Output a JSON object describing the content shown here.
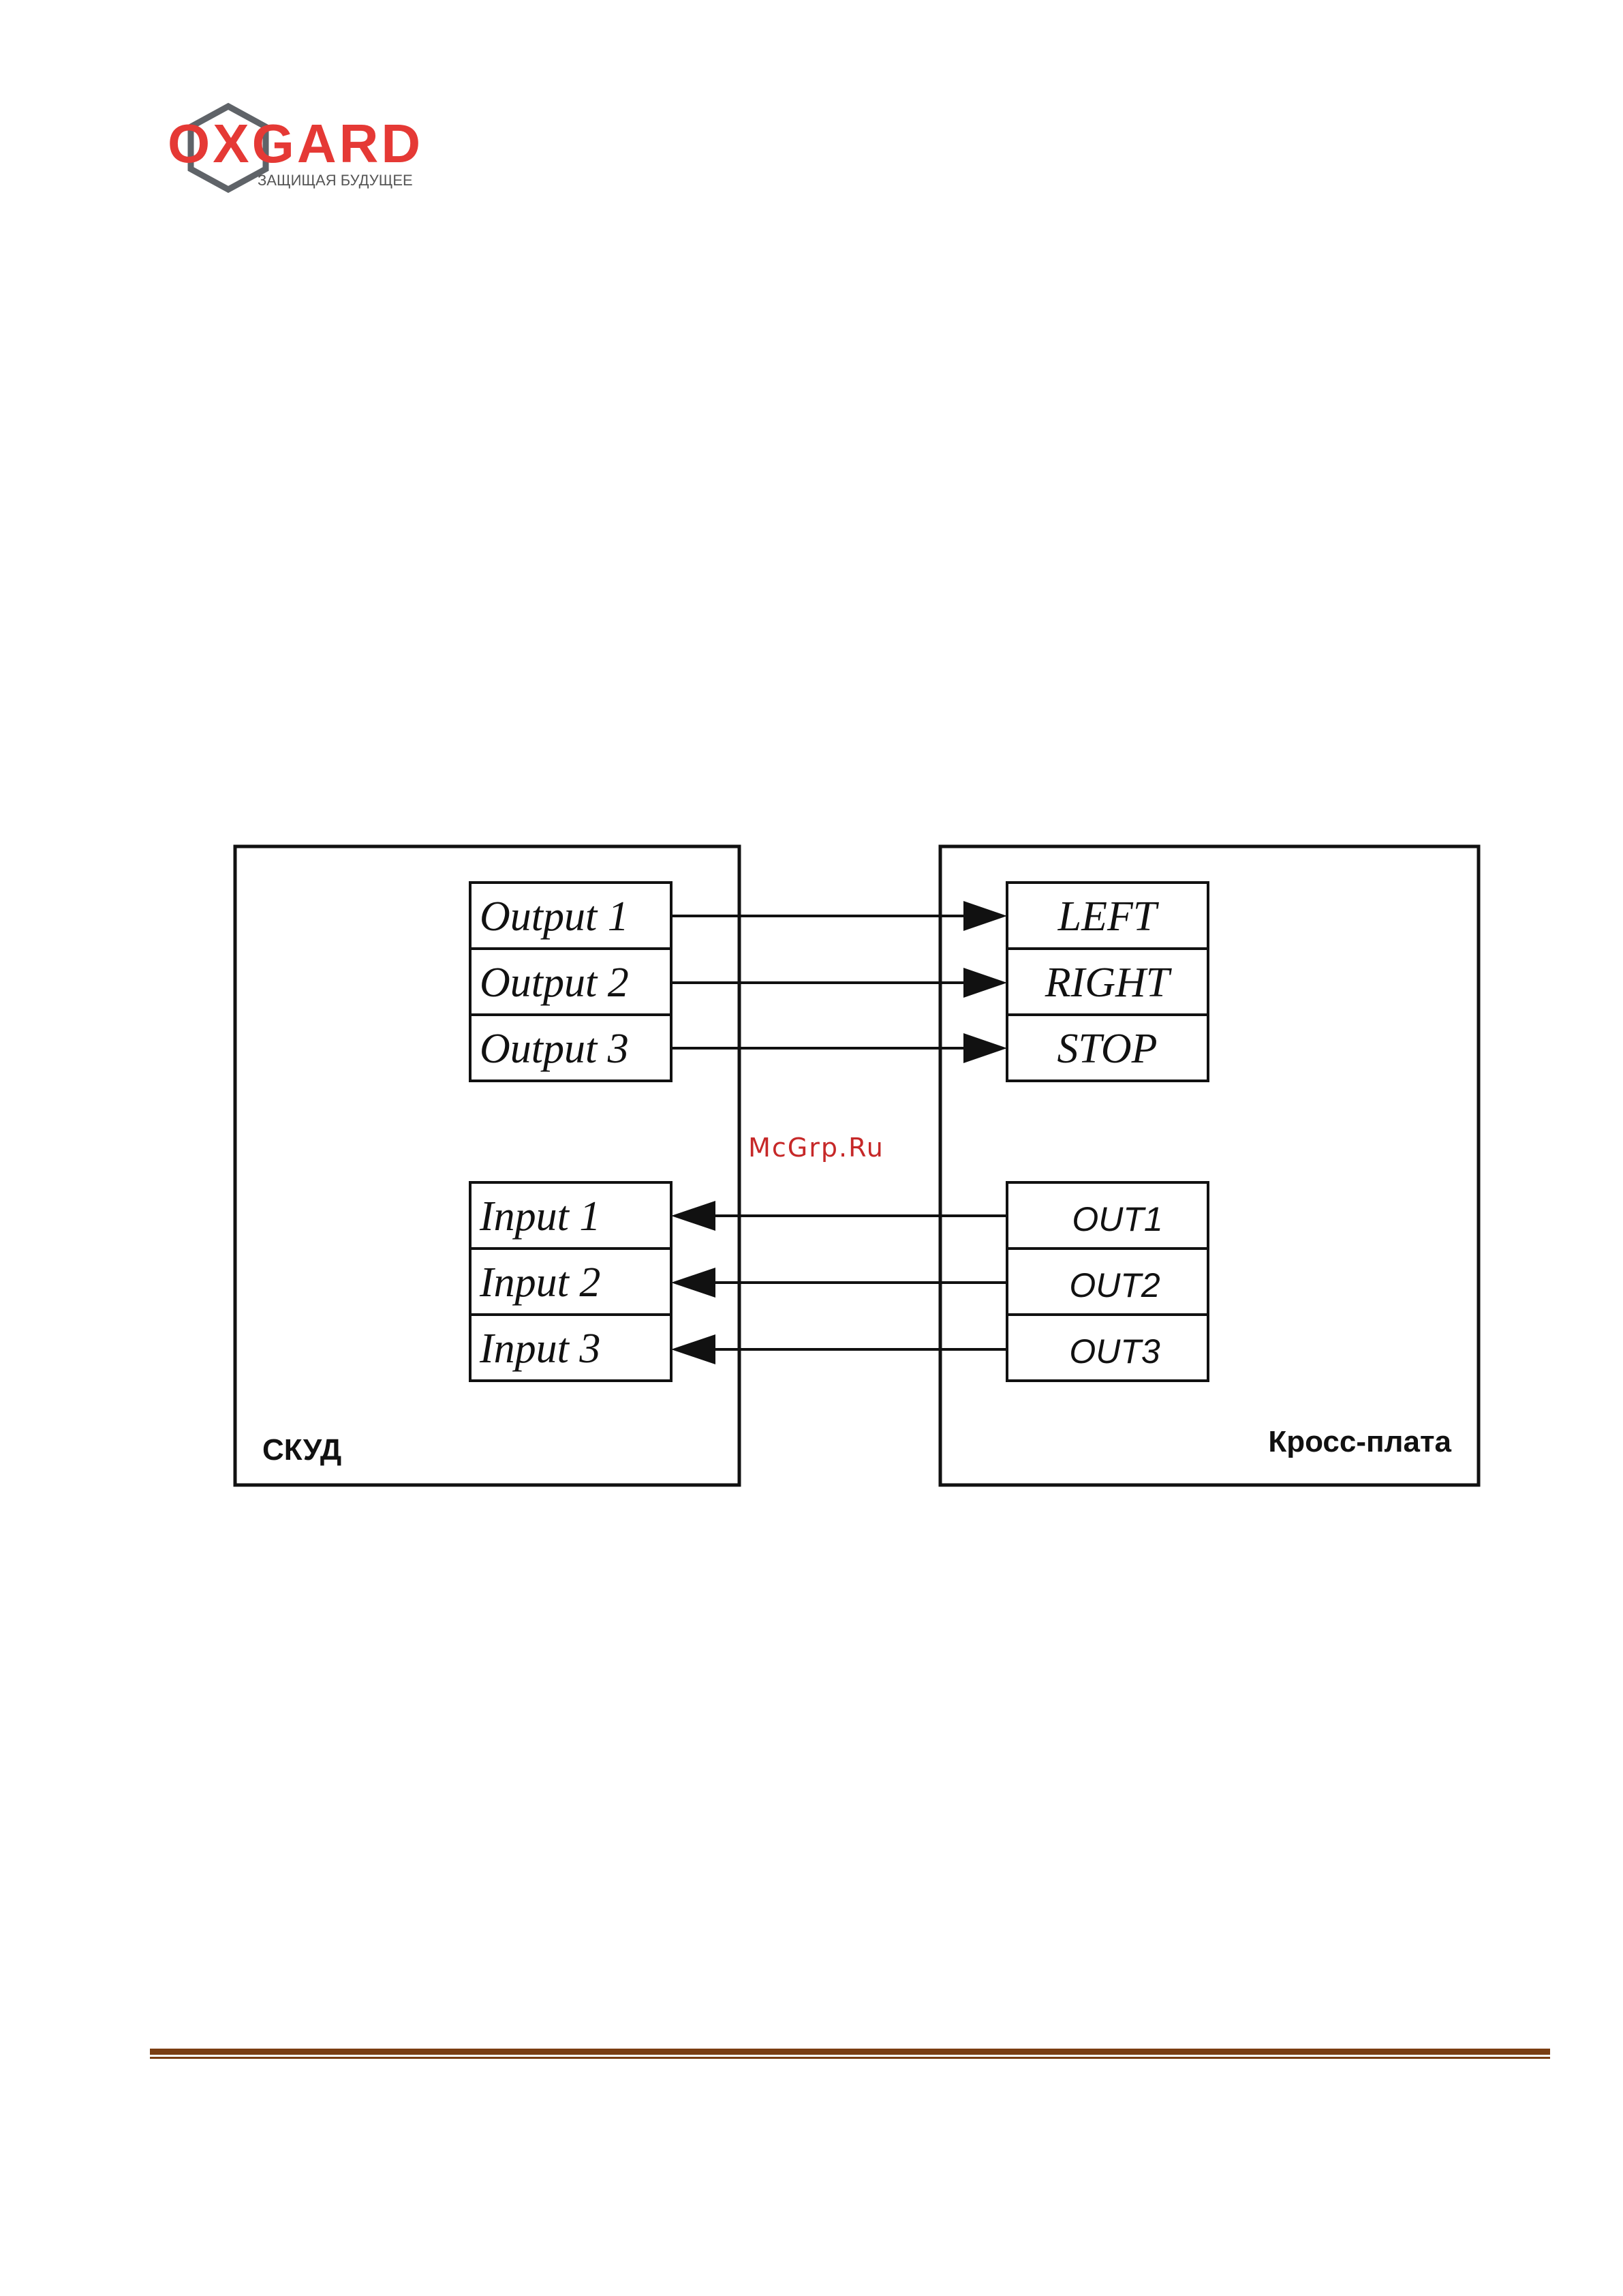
{
  "logo": {
    "brand": "OXGARD",
    "tagline": "ЗАЩИЩАЯ БУДУЩЕЕ",
    "brand_color": "#e53935",
    "shield_color": "#5f6368"
  },
  "watermark": {
    "text": "McGrp.Ru",
    "color": "#c62828"
  },
  "left_panel": {
    "title": "СКУД",
    "outputs": [
      "Output 1",
      "Output 2",
      "Output 3"
    ],
    "inputs": [
      "Input 1",
      "Input 2",
      "Input 3"
    ]
  },
  "right_panel": {
    "title": "Кросс-плата",
    "inputs": [
      "LEFT",
      "RIGHT",
      "STOP"
    ],
    "outputs": [
      "OUT1",
      "OUT2",
      "OUT3"
    ]
  },
  "connections": [
    {
      "from": "Output 1",
      "to": "LEFT"
    },
    {
      "from": "Output 2",
      "to": "RIGHT"
    },
    {
      "from": "Output 3",
      "to": "STOP"
    },
    {
      "from": "OUT1",
      "to": "Input 1"
    },
    {
      "from": "OUT2",
      "to": "Input 2"
    },
    {
      "from": "OUT3",
      "to": "Input 3"
    }
  ],
  "footer": {
    "rule_color": "#7a3d12"
  }
}
